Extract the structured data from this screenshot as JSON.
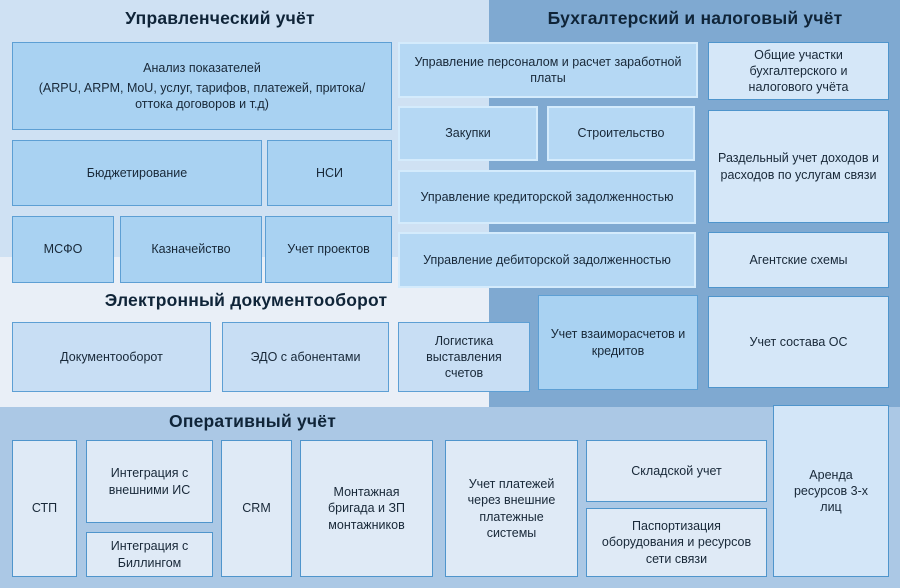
{
  "colors": {
    "management_bg": "#cfe1f3",
    "edo_bg": "#e9eff7",
    "accounting_bg": "#7fa9d1",
    "operational_bg": "#abc8e5",
    "box_fill_primary": "#a9d2f2",
    "box_fill_medium": "#b5d8f4",
    "box_fill_light": "#d5e7f8",
    "box_fill_pale": "#dfeaf6",
    "border_dark": "#5d9fd4",
    "border_light": "#d4ebfc",
    "text": "#16283a"
  },
  "sections": {
    "management": {
      "title": "Управленческий учёт",
      "analysis_title": "Анализ показателей",
      "analysis_detail": "(ARPU, ARPM, MoU, услуг, тарифов, платежей, притока/оттока договоров и т.д)",
      "budget": "Бюджетирование",
      "nsi": "НСИ",
      "msfo": "МСФО",
      "treasury": "Казначейство",
      "projects": "Учет проектов"
    },
    "edo": {
      "title": "Электронный документооборот",
      "docflow": "Документооборот",
      "edo_subscribers": "ЭДО с абонентами",
      "logistics": "Логистика выставления счетов"
    },
    "accounting": {
      "title": "Бухгалтерский и налоговый учёт",
      "hr": "Управление персоналом и расчет заработной платы",
      "purchases": "Закупки",
      "construction": "Строительство",
      "creditors": "Управление кредиторской задолженностью",
      "debtors": "Управление дебиторской задолженностью",
      "mutual": "Учет взаиморасчетов и кредитов",
      "common": "Общие участки бухгалтерского и налогового учёта",
      "separate": "Раздельный учет доходов и расходов по услугам связи",
      "agent": "Агентские схемы",
      "os": "Учет состава ОС"
    },
    "operational": {
      "title": "Оперативный учёт",
      "stp": "СТП",
      "integration_is": "Интеграция с внешними ИС",
      "integration_billing": "Интеграция с Биллингом",
      "crm": "CRM",
      "brigade": "Монтажная бригада и ЗП монтажников",
      "payments": "Учет платежей через внешние платежные системы",
      "warehouse": "Складской учет",
      "passport": "Паспортизация оборудования и ресурсов сети связи",
      "rent": "Аренда ресурсов 3-х лиц"
    }
  }
}
